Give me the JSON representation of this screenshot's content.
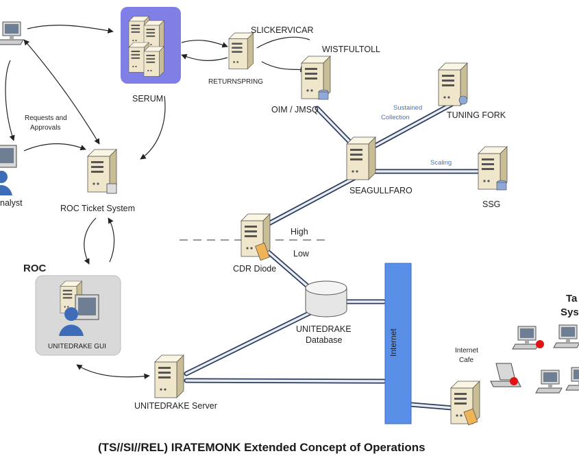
{
  "caption": "(TS//SI//REL) IRATEMONK Extended Concept of Operations",
  "nodes": {
    "serum": "SERUM",
    "slickervicar": "SLICKERVICAR",
    "wistfultoll": "WISTFULTOLL",
    "returnspring": "RETURNSPRING",
    "oim_jmsq": "OIM / JMSQ",
    "tuning_fork": "TUNING FORK",
    "seagullfaro": "SEAGULLFARO",
    "ssg": "SSG",
    "roc_ticket": "ROC Ticket System",
    "analyst": "nalyst",
    "roc": "ROC",
    "unitedrake_gui": "UNITEDRAKE GUI",
    "cdr_diode": "CDR Diode",
    "unitedrake_db_line1": "UNITEDRAKE",
    "unitedrake_db_line2": "Database",
    "unitedrake_server": "UNITEDRAKE Server",
    "internet": "Internet",
    "internet_cafe_line1": "Internet",
    "internet_cafe_line2": "Cafe",
    "targets_line1": "Ta",
    "targets_line2": "Sys"
  },
  "annotations": {
    "requests_line1": "Requests and",
    "requests_line2": "Approvals",
    "sustained_line1": "Sustained",
    "sustained_line2": "Collection",
    "scaling": "Scaling",
    "high": "High",
    "low": "Low"
  },
  "colors": {
    "serum_box": "#7f7fe6",
    "roc_box": "#d9d9d9",
    "internet_bar": "#5a8fe8",
    "link_outline": "#2c3c5c",
    "link_fill": "#e8ecf4",
    "alert_dot": "#e01414",
    "server_body": "#efe6cc"
  }
}
